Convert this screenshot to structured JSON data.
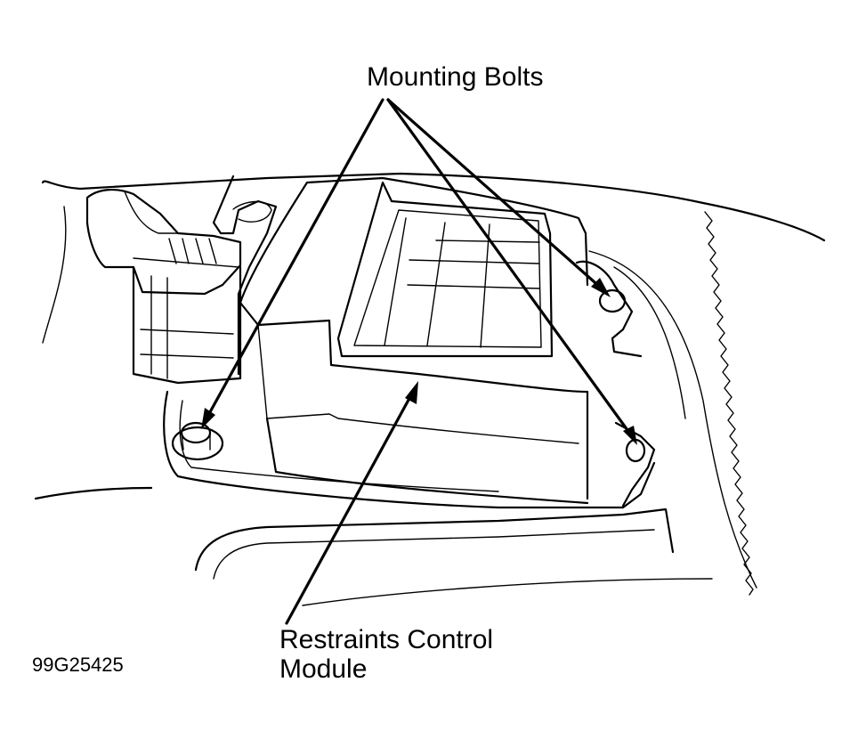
{
  "labels": {
    "mounting_bolts": "Mounting Bolts",
    "module_line1": "Restraints Control",
    "module_line2": "Module",
    "figure_id": "99G25425"
  },
  "colors": {
    "ink": "#000000",
    "paper": "#ffffff"
  }
}
